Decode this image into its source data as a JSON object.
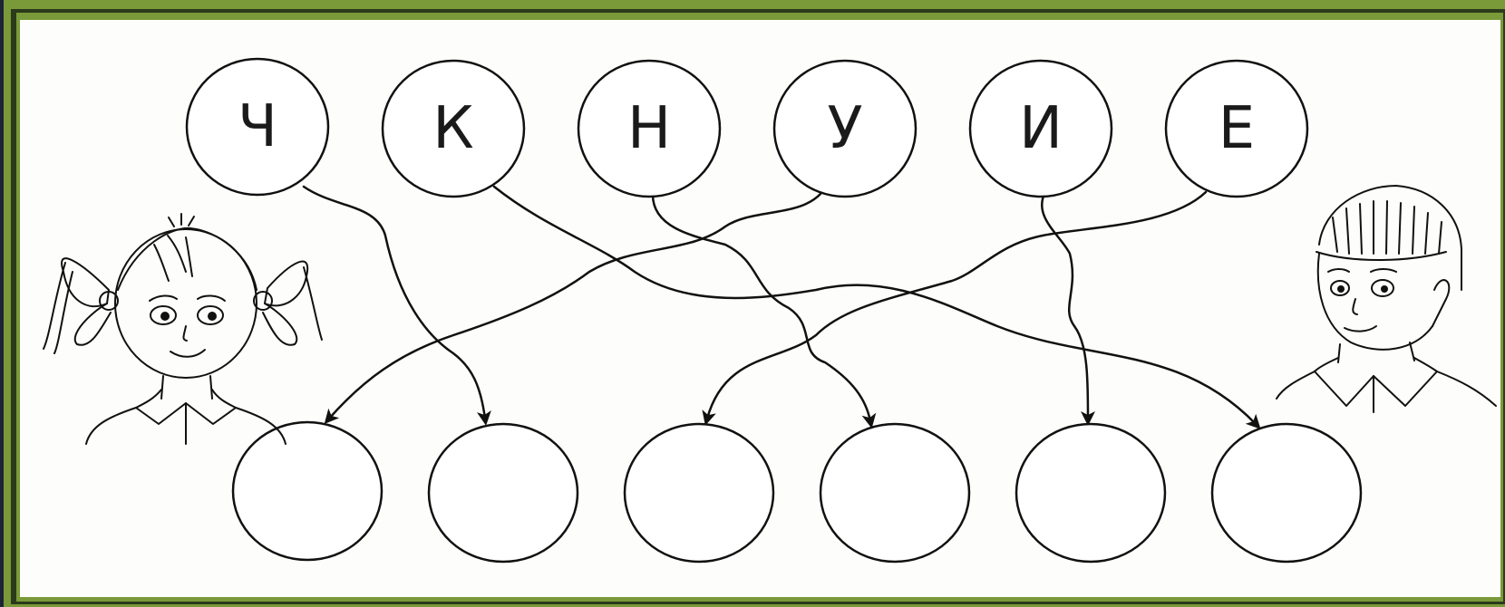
{
  "letters": [
    "Ч",
    "К",
    "Н",
    "У",
    "И",
    "Е"
  ],
  "answer_slots_count": 6,
  "colors": {
    "frame": "#7a9a3a",
    "paper": "#fdfdfb",
    "ink": "#111111"
  }
}
